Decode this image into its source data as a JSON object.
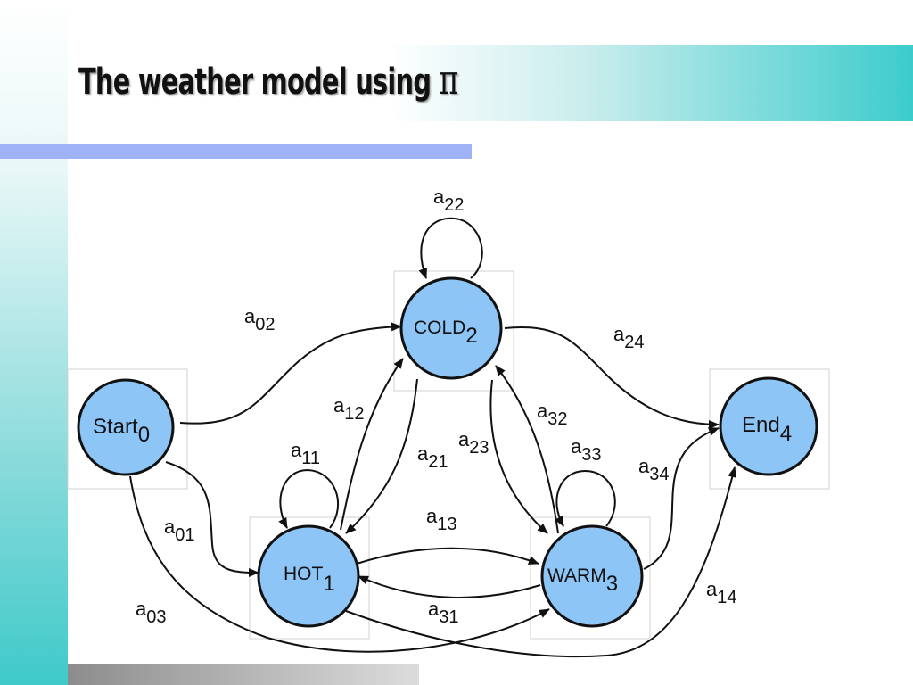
{
  "slide": {
    "title": "The weather model using",
    "title_symbol": "π"
  },
  "colors": {
    "state_fill": "#8dc5f7",
    "title_gradient_end": "#3ccccc",
    "rule_color": "#9eb2f5"
  },
  "diagram": {
    "states": [
      {
        "id": "start",
        "name": "Start",
        "index": "0"
      },
      {
        "id": "cold",
        "name": "COLD",
        "index": "2"
      },
      {
        "id": "hot",
        "name": "HOT",
        "index": "1"
      },
      {
        "id": "warm",
        "name": "WARM",
        "index": "3"
      },
      {
        "id": "end",
        "name": "End",
        "index": "4"
      }
    ],
    "transitions": [
      {
        "from": "start",
        "to": "hot",
        "base": "a",
        "sub": "01"
      },
      {
        "from": "start",
        "to": "cold",
        "base": "a",
        "sub": "02"
      },
      {
        "from": "start",
        "to": "warm",
        "base": "a",
        "sub": "03"
      },
      {
        "from": "hot",
        "to": "hot",
        "base": "a",
        "sub": "11"
      },
      {
        "from": "hot",
        "to": "cold",
        "base": "a",
        "sub": "12"
      },
      {
        "from": "hot",
        "to": "warm",
        "base": "a",
        "sub": "13"
      },
      {
        "from": "hot",
        "to": "end",
        "base": "a",
        "sub": "14"
      },
      {
        "from": "cold",
        "to": "hot",
        "base": "a",
        "sub": "21"
      },
      {
        "from": "cold",
        "to": "cold",
        "base": "a",
        "sub": "22"
      },
      {
        "from": "cold",
        "to": "warm",
        "base": "a",
        "sub": "23"
      },
      {
        "from": "cold",
        "to": "end",
        "base": "a",
        "sub": "24"
      },
      {
        "from": "warm",
        "to": "hot",
        "base": "a",
        "sub": "31"
      },
      {
        "from": "warm",
        "to": "cold",
        "base": "a",
        "sub": "32"
      },
      {
        "from": "warm",
        "to": "warm",
        "base": "a",
        "sub": "33"
      },
      {
        "from": "warm",
        "to": "end",
        "base": "a",
        "sub": "34"
      }
    ]
  }
}
